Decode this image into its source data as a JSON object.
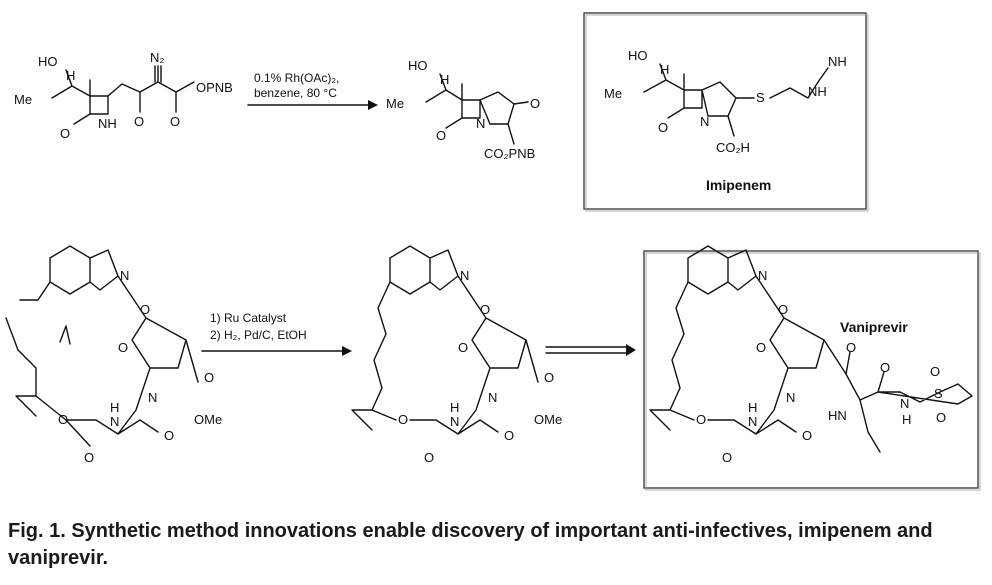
{
  "figure": {
    "caption": "Fig. 1. Synthetic method innovations enable discovery of important anti-infectives, imipenem and vaniprevir.",
    "scheme1": {
      "reagents": [
        "0.1% Rh(OAc)₂,",
        "benzene, 80 °C"
      ],
      "start_labels": [
        "HO",
        "H",
        "Me",
        "NH",
        "N₂",
        "OPNB",
        "O",
        "O",
        "O"
      ],
      "product_labels": [
        "HO",
        "H",
        "Me",
        "N",
        "O",
        "O",
        "CO₂PNB"
      ]
    },
    "imipenem": {
      "name": "Imipenem",
      "labels": [
        "HO",
        "H",
        "Me",
        "N",
        "O",
        "S",
        "NH",
        "NH",
        "CO₂H"
      ]
    },
    "scheme2": {
      "reagents": [
        "1) Ru Catalyst",
        "2) H₂, Pd/C, EtOH"
      ],
      "diene_labels": [
        "N",
        "O",
        "O",
        "N",
        "O",
        "OMe",
        "O",
        "O",
        "H",
        "N",
        "O"
      ],
      "macrocycle_labels": [
        "N",
        "O",
        "O",
        "N",
        "O",
        "OMe",
        "O",
        "O",
        "H",
        "N",
        "O"
      ]
    },
    "vaniprevir": {
      "name": "Vaniprevir",
      "labels": [
        "N",
        "O",
        "O",
        "N",
        "O",
        "HN",
        "O",
        "N",
        "H",
        "S",
        "O",
        "O",
        "O",
        "O",
        "H",
        "N",
        "O"
      ]
    }
  }
}
